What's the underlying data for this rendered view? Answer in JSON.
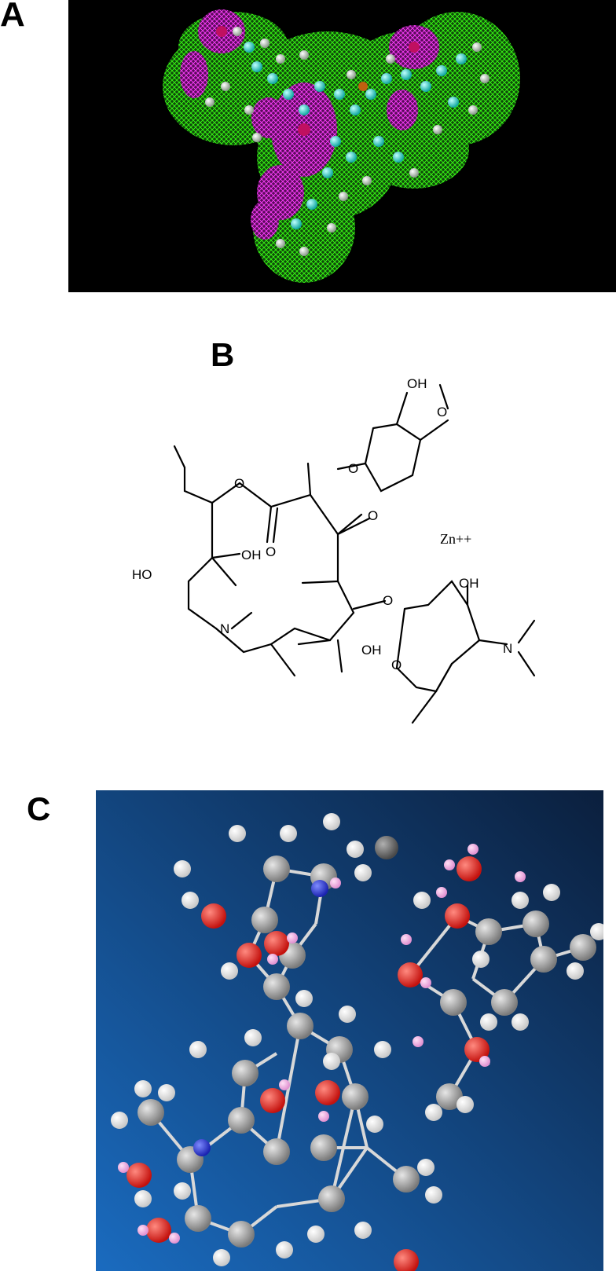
{
  "panels": {
    "a": {
      "label": "A"
    },
    "b": {
      "label": "B",
      "atoms": {
        "oh_top": "OH",
        "oh_c12": "OH",
        "ho_left": "HO",
        "oh_c6": "OH",
        "oh_desosamine": "OH",
        "n_ring": "N",
        "n_desosamine": "N",
        "o_ring_ester": "O",
        "o_carbonyl": "O",
        "o_glycosidic_1": "O",
        "o_glycosidic_2": "O",
        "o_cladinose_ring": "O",
        "o_methoxy": "O",
        "o_desosamine_ring": "O"
      },
      "ion": "Zn++"
    },
    "c": {
      "label": "C"
    }
  },
  "colors": {
    "panel_a_background": "#000000",
    "surface_mesh": "#39ff14",
    "negative_surface": "#e020e0",
    "carbon_a": "#20c8c0",
    "panel_c_bg_dark": "#0b1f3d",
    "panel_c_bg_light": "#1a6bbf",
    "carbon": "#9e9e9e",
    "hydrogen": "#f4f4f4",
    "oxygen": "#e0201c",
    "nitrogen": "#2233dd",
    "polar_hydrogen": "#f2a7e0",
    "zinc": "#6f6f6f"
  }
}
